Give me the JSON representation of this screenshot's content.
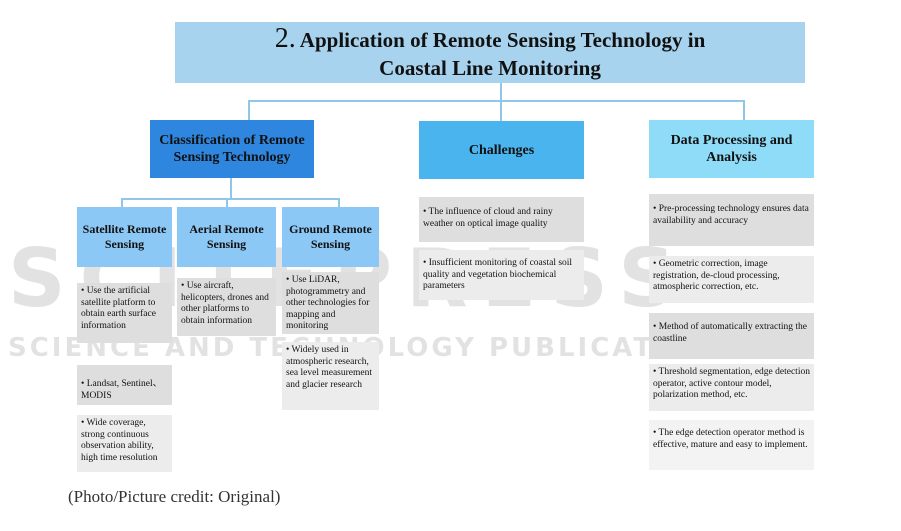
{
  "title": {
    "number": "2.",
    "line1": "Application of Remote Sensing Technology in",
    "line2": "Coastal Line Monitoring"
  },
  "branches": {
    "classification": {
      "label": "Classification of Remote Sensing Technology",
      "sub": {
        "satellite": {
          "label": "Satellite Remote Sensing",
          "items": [
            "• Use the artificial satellite platform to obtain earth surface information",
            "• Landsat, Sentinel、MODIS",
            "• Wide coverage, strong continuous observation ability, high time resolution"
          ]
        },
        "aerial": {
          "label": "Aerial Remote Sensing",
          "items": [
            "• Use aircraft, helicopters, drones and other platforms to obtain information"
          ]
        },
        "ground": {
          "label": "Ground Remote Sensing",
          "items": [
            "• Use LiDAR, photogrammetry and other technologies for mapping and monitoring",
            "• Widely used in atmospheric research, sea level measurement and glacier research"
          ]
        }
      }
    },
    "challenges": {
      "label": "Challenges",
      "items": [
        "• The influence of cloud and rainy weather on optical image quality",
        "• Insufficient monitoring of coastal soil quality and vegetation biochemical parameters"
      ]
    },
    "data_processing": {
      "label": "Data Processing and Analysis",
      "items": [
        "• Pre-processing technology ensures data availability and accuracy",
        "• Geometric correction, image registration, de-cloud processing, atmospheric correction, etc.",
        "• Method of automatically extracting the coastline",
        "• Threshold segmentation, edge detection operator, active contour model, polarization method, etc.",
        "• The edge detection operator method is effective, mature and easy to implement."
      ]
    }
  },
  "watermark": {
    "big": "SCITEPRESS",
    "small": "SCIENCE AND TECHNOLOGY PUBLICATIONS"
  },
  "credit": "(Photo/Picture credit: Original)",
  "colors": {
    "title_bg": "#a8d3ee",
    "classification_bg": "#2e86de",
    "challenges_bg": "#49b4ee",
    "data_bg": "#8fdcf8",
    "sub_bg": "#8cc8f5",
    "cell_bg": "#dedede",
    "connector": "#8fc6ea"
  }
}
